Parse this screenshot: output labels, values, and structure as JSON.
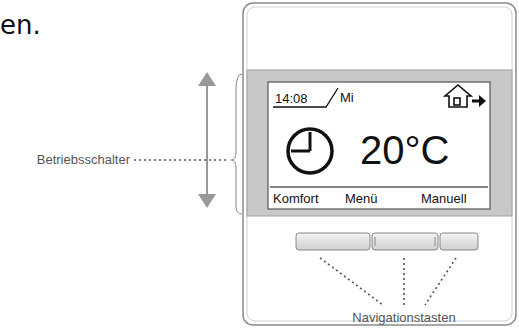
{
  "diagram": {
    "labels": [
      "en.",
      "14:08",
      "Mi",
      "20°C",
      "Komfort",
      "Menü",
      "Manuell",
      "Betriebsschalter",
      "Navigationstasten"
    ]
  }
}
